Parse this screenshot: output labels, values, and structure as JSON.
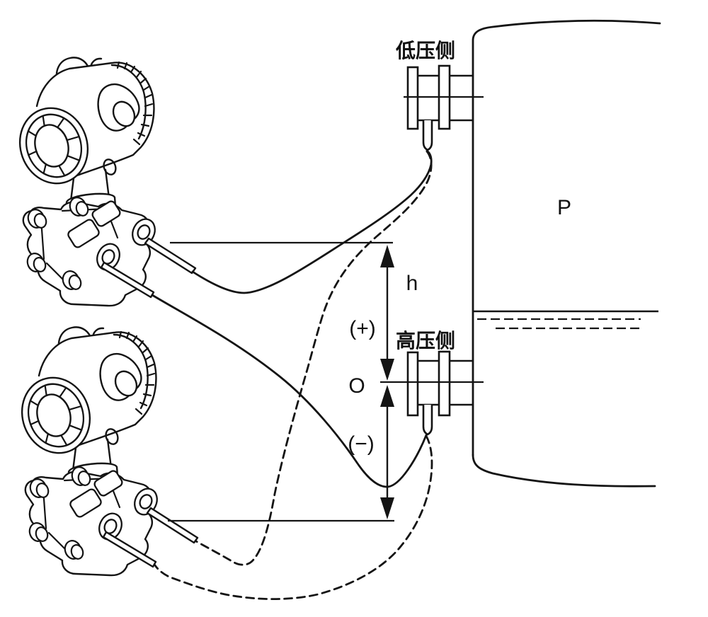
{
  "diagram": {
    "labels": {
      "low_pressure_side": "低压侧",
      "high_pressure_side": "高压侧",
      "vessel_pressure": "P",
      "level_height": "h",
      "plus_region": "(+)",
      "zero_point": "O",
      "minus_region": "(−)"
    },
    "colors": {
      "line": "#141414",
      "background": "#ffffff"
    }
  }
}
